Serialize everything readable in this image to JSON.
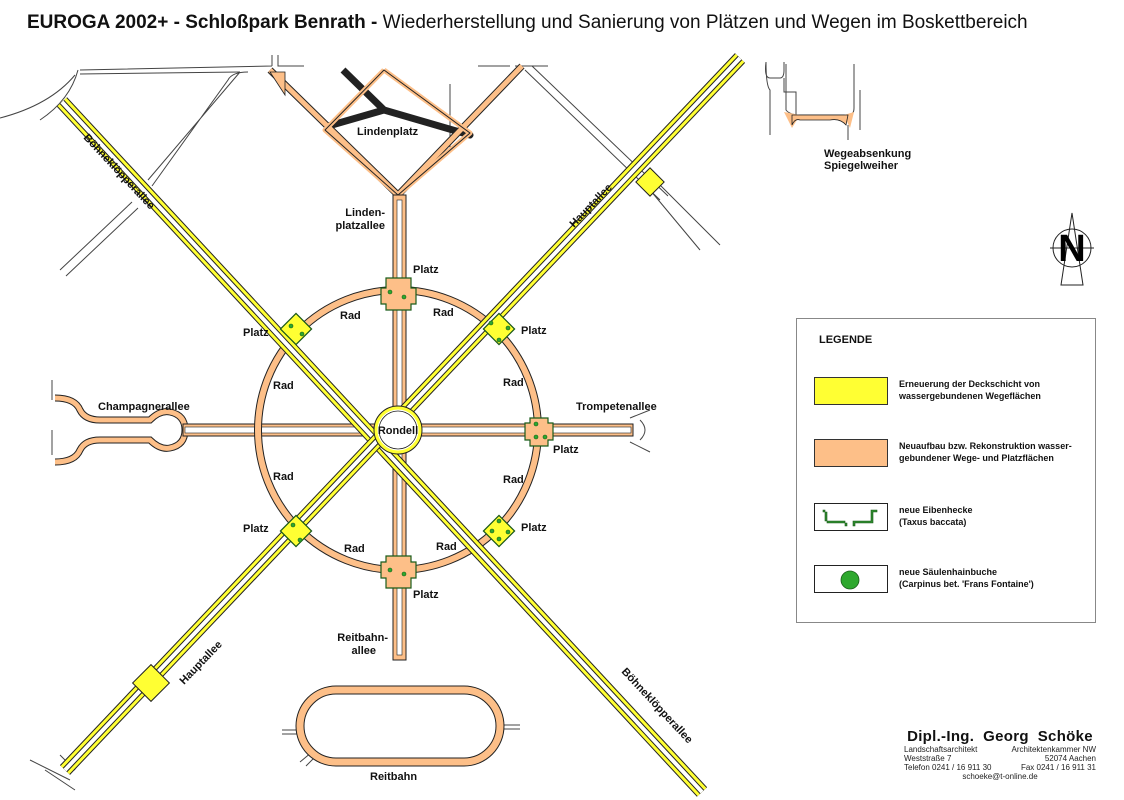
{
  "header": {
    "title_bold": "EUROGA 2002+ - Schloßpark Benrath -",
    "title_regular": "Wiederherstellung und Sanierung von Plätzen und Wegen im Boskettbereich"
  },
  "colors": {
    "yellow_surface": "#ffff33",
    "orange_surface": "#fdbf88",
    "hedge_green": "#2e8b2e",
    "tree_green": "#2ea82e",
    "outline": "#222222"
  },
  "map": {
    "labels": {
      "lindenplatz": "Lindenplatz",
      "lindenplatzallee_1": "Linden-",
      "lindenplatzallee_2": "platzallee",
      "boehnekloepperallee_nw": "Böhneklöpperallee",
      "boehnekloepperallee_se": "Böhneklöpperallee",
      "hauptallee_ne": "Hauptallee",
      "hauptallee_sw": "Hauptallee",
      "wegeabsenkung_1": "Wegeabsenkung",
      "wegeabsenkung_2": "Spiegelweiher",
      "champagnerallee": "Champagnerallee",
      "trompetenallee": "Trompetenallee",
      "rondell": "Rondell",
      "reitbahnallee_1": "Reitbahn-",
      "reitbahnallee_2": "allee",
      "reitbahn": "Reitbahn",
      "platz": "Platz",
      "rad": "Rad",
      "north": "N"
    }
  },
  "legend": {
    "title": "LEGENDE",
    "items": [
      {
        "symbol": "yellow-swatch",
        "line1": "Erneuerung der Deckschicht von",
        "line2": "wassergebundenen Wegeflächen"
      },
      {
        "symbol": "orange-swatch",
        "line1": "Neuaufbau bzw. Rekonstruktion wasser-",
        "line2": "gebundener Wege- und Platzflächen"
      },
      {
        "symbol": "hedge-symbol",
        "line1": "neue Eibenhecke",
        "line2": "(Taxus baccata)"
      },
      {
        "symbol": "tree-symbol",
        "line1": "neue Säulenhainbuche",
        "line2": "(Carpinus bet. 'Frans Fontaine')"
      }
    ]
  },
  "author": {
    "name": "Dipl.-Ing.  Georg  Schöke",
    "role_left": "Landschaftsarchitekt",
    "role_right": "Architektenkammer NW",
    "street": "Weststraße 7",
    "city": "52074 Aachen",
    "phone": "Telefon 0241 / 16 911 30",
    "fax": "Fax 0241 / 16 911 31",
    "email": "schoeke@t-online.de"
  }
}
